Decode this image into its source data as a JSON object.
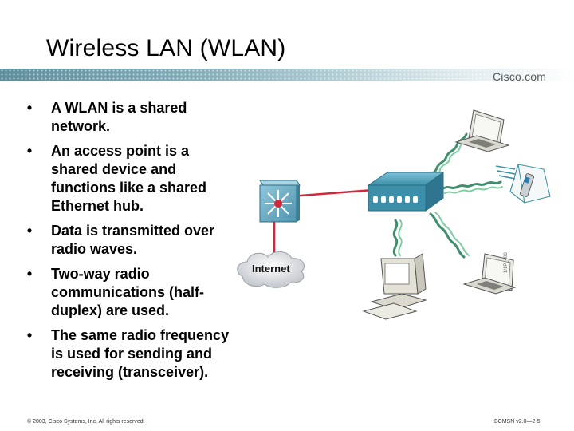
{
  "slide": {
    "title": "Wireless LAN (WLAN)",
    "brand": "Cisco.com",
    "bullets": [
      "A WLAN is a shared network.",
      "An access point is a shared device and functions like a shared Ethernet hub.",
      "Data is transmitted over radio waves.",
      "Two-way radio communications (half-duplex) are used.",
      "The same radio frequency is used for sending and receiving (transceiver)."
    ],
    "bullet_glyph": "•",
    "diagram": {
      "internet_label": "Internet",
      "figure_code": "1/1P_400"
    },
    "footer": {
      "copyright": "© 2003, Cisco Systems, Inc. All rights reserved.",
      "course": "BCMSN v2.0—2-5"
    },
    "colors": {
      "banner": "#7da8b3",
      "link_line": "#d2263a",
      "radio_waves": "#3f8f6e",
      "access_point": "#3c8fa8",
      "switch": "#6fb0c8"
    }
  }
}
